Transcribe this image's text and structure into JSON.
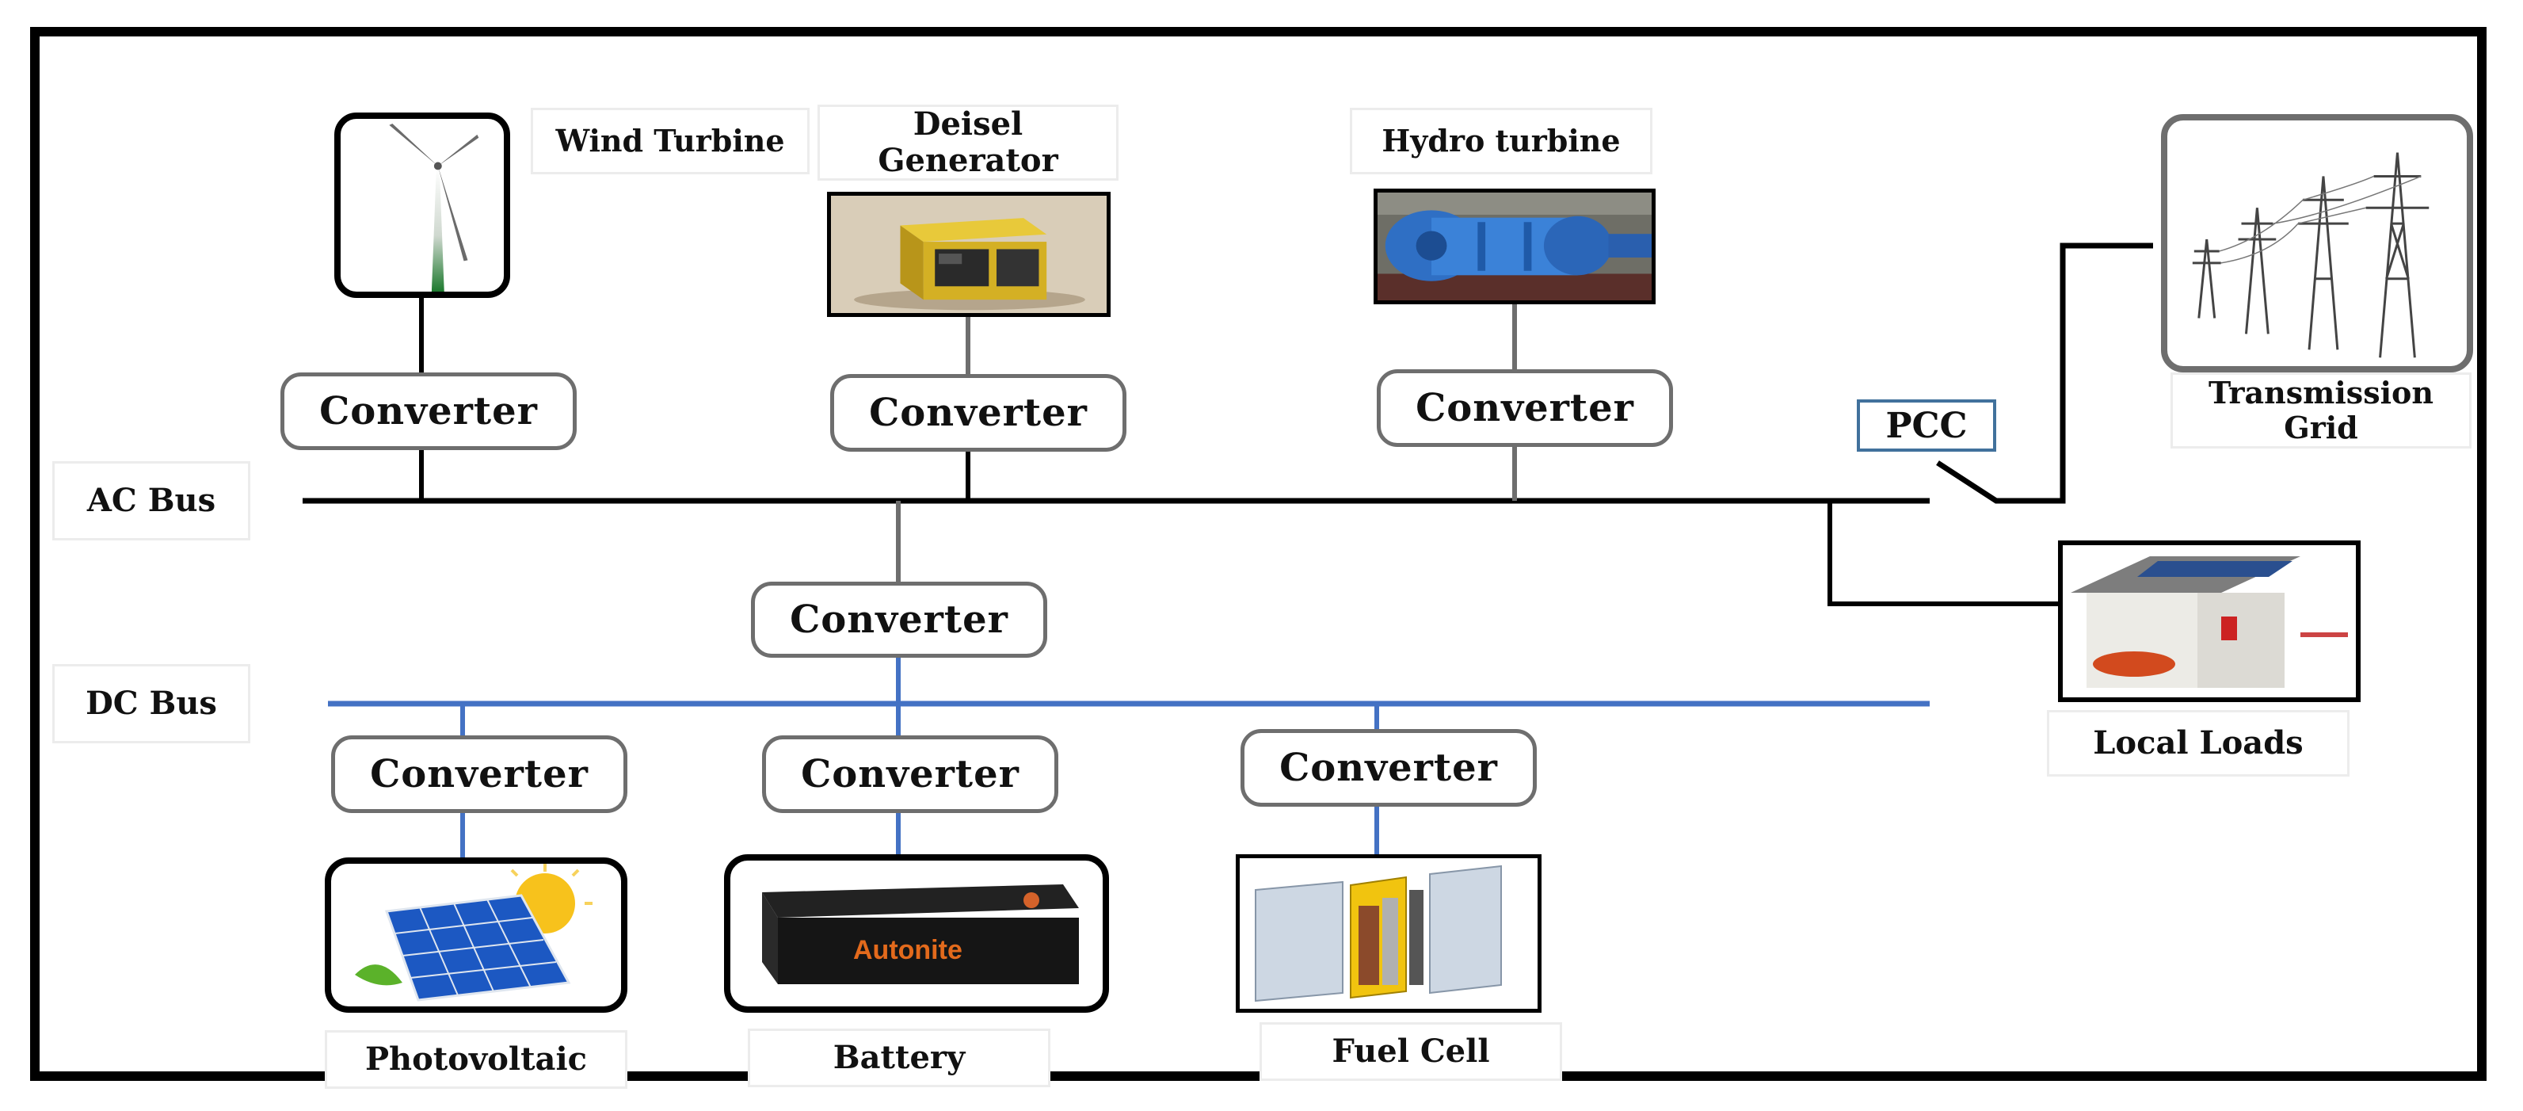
{
  "labels": {
    "wind_turbine": "Wind Turbine",
    "diesel_generator": "Deisel Generator",
    "hydro_turbine": "Hydro turbine",
    "transmission_grid": "Transmission Grid",
    "pcc": "PCC",
    "ac_bus": "AC Bus",
    "dc_bus": "DC Bus",
    "local_loads": "Local Loads",
    "photovoltaic": "Photovoltaic",
    "battery": "Battery",
    "fuel_cell": "Fuel Cell",
    "battery_brand": "Autonite"
  },
  "converters": {
    "wind": "Converter",
    "diesel": "Converter",
    "hydro": "Converter",
    "ac_dc": "Converter",
    "pv": "Converter",
    "battery": "Converter",
    "fuel_cell": "Converter"
  },
  "colors": {
    "ac_bus": "#000000",
    "dc_bus": "#4472c4",
    "feeder_gray": "#6e6e6e",
    "pcc_border": "#41719c"
  },
  "icons": {
    "wind": "wind-turbine-icon",
    "diesel": "diesel-generator-icon",
    "hydro": "hydro-turbine-icon",
    "grid": "transmission-tower-icon",
    "house": "house-loads-icon",
    "pv": "solar-panel-icon",
    "battery": "battery-icon",
    "fuel_cell": "fuel-cell-icon"
  }
}
